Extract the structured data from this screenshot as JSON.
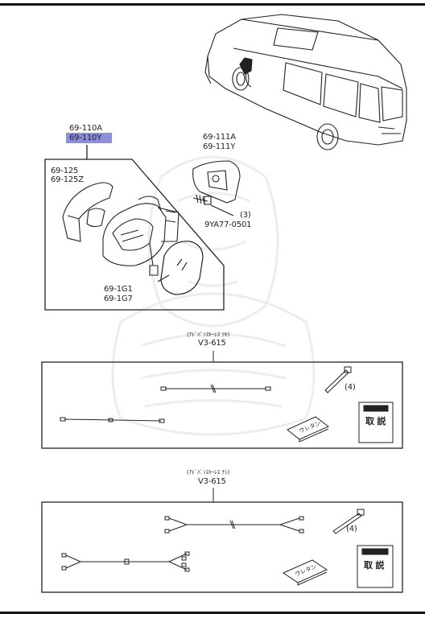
{
  "mirror_assembly": {
    "part_a": "69-110A",
    "part_b": "69-110Y",
    "cover_a": "69-125",
    "cover_b": "69-125Z",
    "trim_a": "69-111A",
    "trim_b": "69-111Y",
    "screw_qty": "(3)",
    "screw_part": "9YA77-0501",
    "glass_a": "69-1G1",
    "glass_b": "69-1G7"
  },
  "harness_kit_1": {
    "note": "(ｱﾄﾞﾊﾞﾝｽｷｰﾚｽ ﾂｷ)",
    "part": "V3-615",
    "tie_qty": "(4)",
    "pad_label": "ウレタン",
    "manual_label": "取 説"
  },
  "harness_kit_2": {
    "note": "(ｱﾄﾞﾊﾞﾝｽｷｰﾚｽ ﾅｼ)",
    "part": "V3-615",
    "tie_qty": "(4)",
    "pad_label": "ウレタン",
    "manual_label": "取 説"
  }
}
